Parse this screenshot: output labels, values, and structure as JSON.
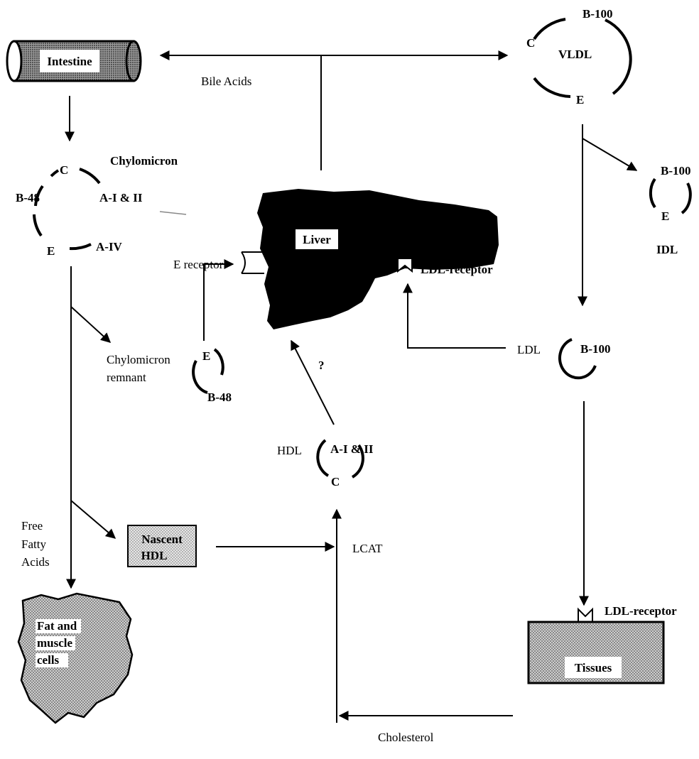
{
  "labels": {
    "intestine": "Intestine",
    "bile_acids": "Bile Acids",
    "liver": "Liver",
    "chylomicron": "Chylomicron",
    "e_receptor": "E receptor",
    "ldl_receptor_liver": "LDL-receptor",
    "chylomicron_remnant_1": "Chylomicron",
    "chylomicron_remnant_2": "remnant",
    "question": "?",
    "hdl": "HDL",
    "ldl": "LDL",
    "idl": "IDL",
    "vldl": "VLDL",
    "free_fatty_acids_1": "Free",
    "free_fatty_acids_2": "Fatty",
    "free_fatty_acids_3": "Acids",
    "nascent_hdl_1": "Nascent",
    "nascent_hdl_2": "HDL",
    "lcat": "LCAT",
    "ldl_receptor_tissues": "LDL-receptor",
    "tissues": "Tissues",
    "cholesterol": "Cholesterol",
    "fat_muscle_1": "Fat and",
    "fat_muscle_2": "muscle",
    "fat_muscle_3": "cells"
  },
  "apoproteins": {
    "chylo_c": "C",
    "chylo_b48": "B-48",
    "chylo_a1a2": "A-I & II",
    "chylo_e": "E",
    "chylo_a4": "A-IV",
    "remnant_e": "E",
    "remnant_b48": "B-48",
    "hdl_a1a2": "A-I & II",
    "hdl_c": "C",
    "ldl_b100": "B-100",
    "idl_b100": "B-100",
    "idl_e": "E",
    "vldl_b100": "B-100",
    "vldl_c": "C",
    "vldl_e": "E"
  }
}
